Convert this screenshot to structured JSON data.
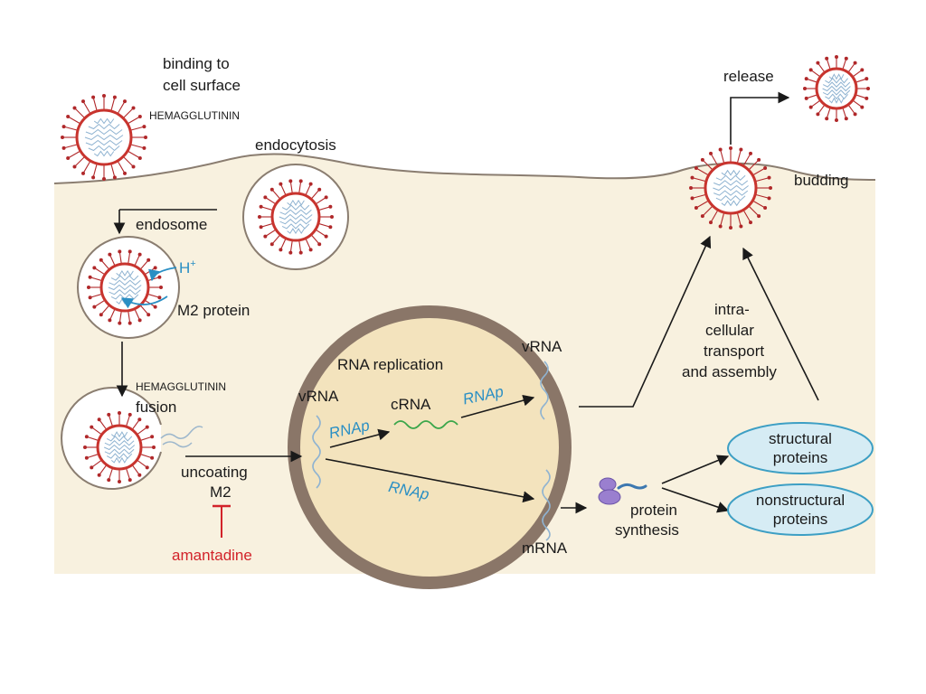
{
  "labels": {
    "binding_line1": "binding to",
    "binding_line2": "cell surface",
    "hemagglutinin_top": "HEMAGGLUTININ",
    "endocytosis": "endocytosis",
    "endosome": "endosome",
    "h_plus": "H",
    "h_plus_sup": "+",
    "m2_protein": "M2 protein",
    "hemagglutinin_mid": "HEMAGGLUTININ",
    "fusion": "fusion",
    "uncoating": "uncoating",
    "m2": "M2",
    "amantadine": "amantadine",
    "rna_replication": "RNA replication",
    "vrna_in": "vRNA",
    "crna": "cRNA",
    "rnap_1": "RNAp",
    "rnap_2": "RNAp",
    "rnap_3": "RNAp",
    "vrna_out": "vRNA",
    "mrna": "mRNA",
    "protein_line1": "protein",
    "protein_line2": "synthesis",
    "transport_line1": "intra-",
    "transport_line2": "cellular",
    "transport_line3": "transport",
    "transport_line4": "and assembly",
    "structural_line1": "structural",
    "structural_line2": "proteins",
    "nonstructural_line1": "nonstructural",
    "nonstructural_line2": "proteins",
    "budding": "budding",
    "release": "release"
  },
  "colors": {
    "cytoplasm": "#f8f1df",
    "nucleus_fill": "#f3e3bd",
    "nucleus_rim": "#8a7668",
    "virus_envelope": "#c8342e",
    "spike": "#b0282a",
    "rna": "#8fb3d1",
    "crna": "#3aa64a",
    "blue_label": "#2a8fc4",
    "inhibitor": "#d2232a",
    "protein_fill": "#d6ecf4",
    "protein_stroke": "#3d9fc4"
  }
}
